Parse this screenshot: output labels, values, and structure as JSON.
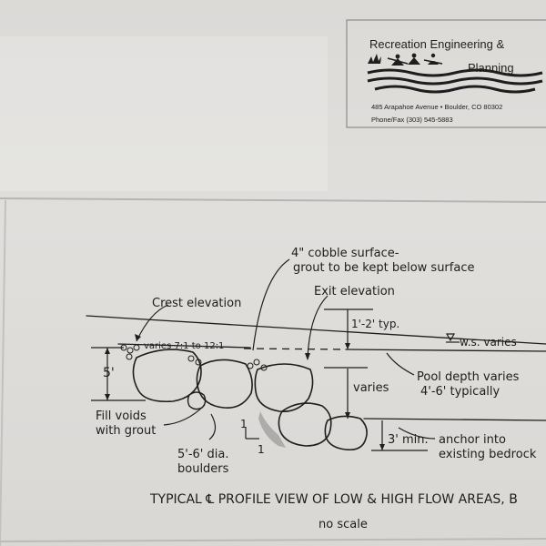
{
  "logo": {
    "company_line1": "Recreation Engineering &",
    "company_line2": "Planning",
    "address": "485 Arapahoe Avenue • Boulder, CO 80302",
    "phone": "Phone/Fax (303) 545-5883"
  },
  "diagram": {
    "labels": {
      "cobble_line1": "4\" cobble surface-",
      "cobble_line2": "grout to be kept below surface",
      "exit_elevation": "Exit elevation",
      "crest_elevation": "Crest elevation",
      "varies_slope": "varies 7:1 to 12:1",
      "drop_height": "1'-2' typ.",
      "ws_varies": "w.s. varies",
      "height_5": "5'",
      "varies": "varies",
      "pool_line1": "Pool depth varies",
      "pool_line2": "4'-6' typically",
      "fill_line1": "Fill voids",
      "fill_line2": "with grout",
      "boulder_line1": "5'-6' dia.",
      "boulder_line2": "boulders",
      "slope_v": "1",
      "slope_h": "1",
      "anchor_dim": "3' min.",
      "anchor_line1": "anchor into",
      "anchor_line2": "existing bedrock"
    },
    "caption": "TYPICAL ℄ PROFILE VIEW OF LOW & HIGH FLOW AREAS, B",
    "subcaption": "no scale"
  }
}
